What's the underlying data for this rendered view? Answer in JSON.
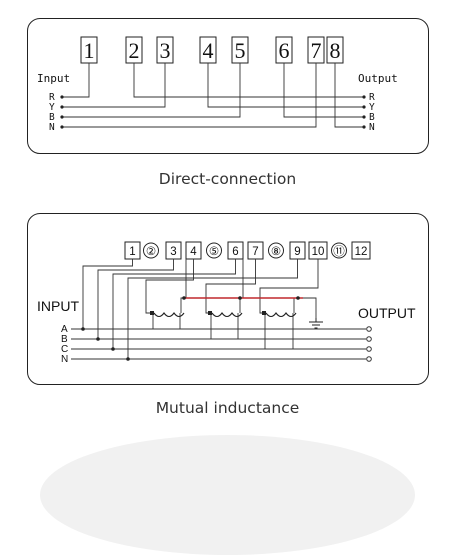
{
  "direct": {
    "terminals": [
      "1",
      "2",
      "3",
      "4",
      "5",
      "6",
      "7",
      "8"
    ],
    "input_label": "Input",
    "output_label": "Output",
    "lines": [
      "R",
      "Y",
      "B",
      "N"
    ],
    "caption": "Direct-connection"
  },
  "mutual": {
    "terminals": [
      "1",
      "②",
      "3",
      "4",
      "⑤",
      "6",
      "7",
      "⑧",
      "9",
      "10",
      "⑪",
      "12"
    ],
    "input_label": "INPUT",
    "output_label": "OUTPUT",
    "lines": [
      "A",
      "B",
      "C",
      "N"
    ],
    "caption": "Mutual inductance",
    "colors": {
      "link": "#c0282d"
    }
  }
}
